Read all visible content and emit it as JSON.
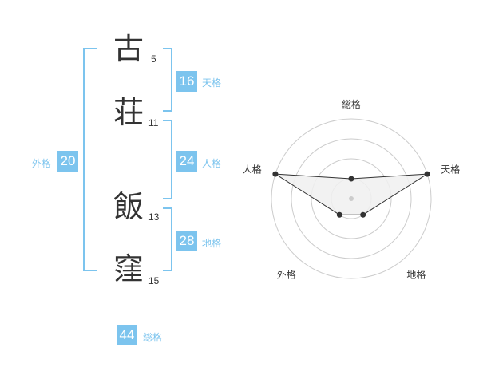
{
  "name": {
    "characters": [
      {
        "char": "古",
        "strokes": "5"
      },
      {
        "char": "荘",
        "strokes": "11"
      },
      {
        "char": "飯",
        "strokes": "13"
      },
      {
        "char": "窪",
        "strokes": "15"
      }
    ]
  },
  "fortunes": {
    "tenkaku": {
      "label": "天格",
      "value": "16"
    },
    "jinkaku": {
      "label": "人格",
      "value": "24"
    },
    "chikaku": {
      "label": "地格",
      "value": "28"
    },
    "gaikaku": {
      "label": "外格",
      "value": "20"
    },
    "soukaku": {
      "label": "総格",
      "value": "44"
    }
  },
  "chart_data": {
    "type": "radar",
    "axes": [
      "総格",
      "天格",
      "地格",
      "外格",
      "人格"
    ],
    "values": [
      1,
      4,
      1,
      1,
      4
    ],
    "max": 4,
    "rings": 4
  },
  "colors": {
    "accent": "#7cc4ee",
    "text": "#333333",
    "grid": "#cccccc",
    "fill": "#f0f0f0"
  }
}
